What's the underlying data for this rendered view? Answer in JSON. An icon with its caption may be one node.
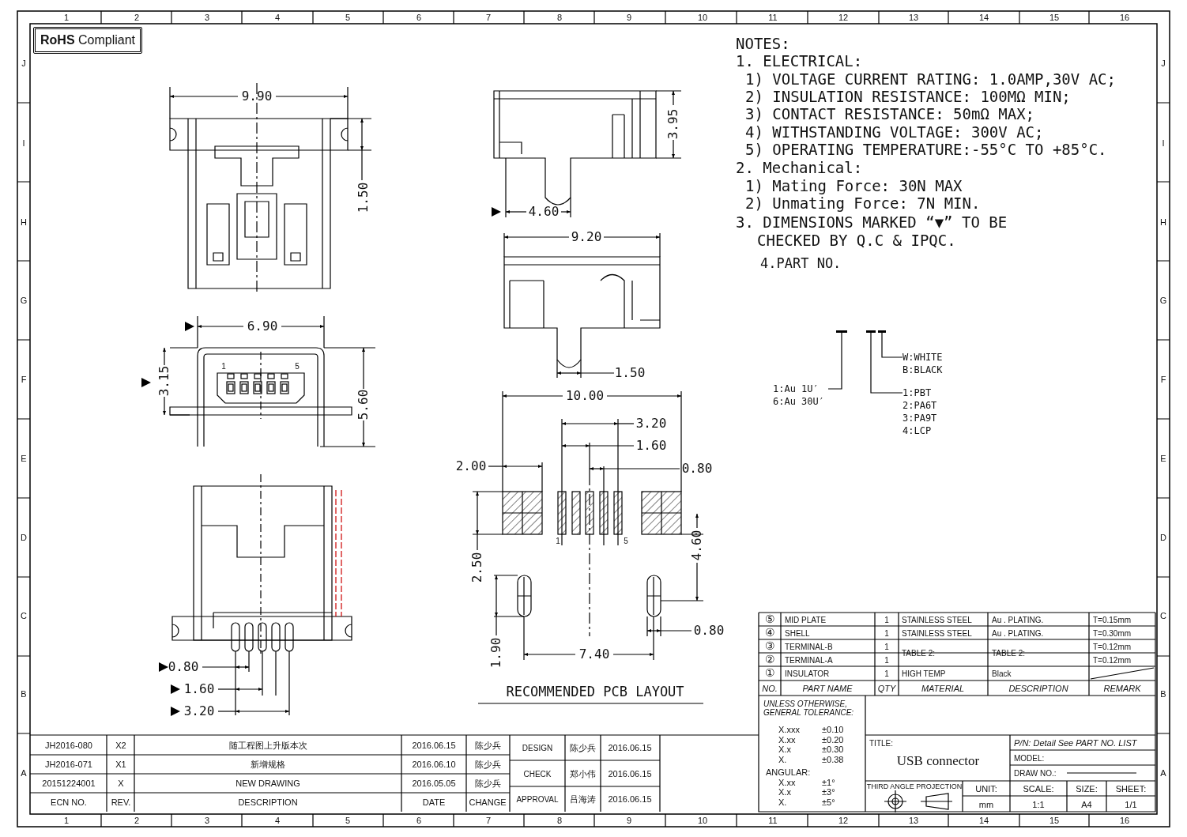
{
  "diagram": {
    "nodes": [
      {
        "text": [],
        "shape": "bar"
      },
      {
        "text": [],
        "shape": "bar"
      },
      {
        "text": [],
        "shape": "bar"
      },
      {
        "text": [
          "W:WHITE B:BLACK"
        ]
      },
      {
        "text": [
          "1:Au 1U′ 6:Au 30U′"
        ]
      },
      {
        "text": [
          "1:PBT 2:PA6T 3:PA9T 4:LCP"
        ]
      }
    ],
    "edges": [
      {
        "from": 4,
        "to": 0,
        "arrow": "none"
      },
      {
        "from": 5,
        "to": 1,
        "arrow": "none"
      },
      {
        "from": 3,
        "to": 2,
        "arrow": "none"
      }
    ],
    "labels": [
      "**RoHS** Compliant",
      "1",
      "2",
      "3",
      "4",
      "5",
      "6",
      "7",
      "8",
      "9",
      "10",
      "11",
      "12",
      "13",
      "14",
      "15",
      "16",
      "J",
      "I",
      "H",
      "G",
      "F",
      "E",
      "D",
      "C",
      "B",
      "A",
      "J",
      "I",
      "H",
      "G",
      "F",
      "E",
      "D",
      "C",
      "B",
      "A",
      "1",
      "2",
      "3",
      "4",
      "5",
      "6",
      "7",
      "8",
      "9",
      "10",
      "11",
      "12",
      "13",
      "14",
      "15",
      "16",
      "NOTES:",
      "1. ELECTRICAL:",
      "1) VOLTAGE CURRENT RATING: 1.0AMP,30V AC;",
      "2) INSULATION RESISTANCE: 100MΩ MIN;",
      "3) CONTACT RESISTANCE: 50mΩ MAX;",
      "4) WITHSTANDING VOLTAGE: 300V AC;",
      "5) OPERATING TEMPERATURE:-55°C TO +85°C.",
      "2. Mechanical:",
      "1) Mating Force: 30N MAX",
      "2) Unmating Force: 7N MIN.",
      "3. DIMENSIONS MARKED “▼” TO BE CHECKED BY Q.C & IPQC.",
      "4.PART NO.",
      "9.90",
      "1.50",
      "6.90",
      "3.15",
      "5.60",
      "1",
      "5",
      "0.80",
      "1.60",
      "3.20",
      "3.95",
      "4.60",
      "9.20",
      "1.50",
      "10.00",
      "3.20",
      "1.60",
      "2.00",
      "0.80",
      "1",
      "5",
      "2.50",
      "4.60",
      "0.80",
      "1.90",
      "7.40",
      "RECOMMENDED PCB LAYOUT",
      "⑤",
      "MID PLATE",
      "1",
      "STAINLESS STEEL",
      "Au . PLATING.",
      "T=0.15mm",
      "④",
      "SHELL",
      "1",
      "STAINLESS STEEL",
      "Au . PLATING.",
      "T=0.30mm",
      "③",
      "TERMINAL-B",
      "1",
      "TABLE 2:",
      "TABLE 2:",
      "T=0.12mm",
      "②",
      "TERMINAL-A",
      "1",
      "T=0.12mm",
      "①",
      "INSULATOR",
      "1",
      "HIGH TEMP",
      "Black",
      "NO.",
      "PART NAME",
      "QTY",
      "MATERIAL",
      "DESCRIPTION",
      "REMARK",
      "UNLESS OTHERWISE, GENERAL TOLERANCE:",
      "X.xxx",
      "±0.10",
      "X.xx",
      "±0.20",
      "X.x",
      "±0.30",
      "X.",
      "±0.38",
      "ANGULAR:",
      "X.xx",
      "±1°",
      "X.x",
      "±3°",
      "X.",
      "±5°",
      "TITLE:",
      "USB connector",
      "P/N: Detail See PART NO. LIST",
      "MODEL:",
      "DRAW NO.:",
      "THIRD ANGLE PROJECTION",
      "UNIT:",
      "mm",
      "SCALE:",
      "1:1",
      "SIZE:",
      "A4",
      "SHEET:",
      "1/1",
      "JH2016-080",
      "X2",
      "随工程图上升版本次",
      "2016.06.15",
      "陈少兵",
      "DESIGN",
      "陈少兵",
      "2016.06.15",
      "JH2016-071",
      "X1",
      "新增规格",
      "2016.06.10",
      "陈少兵",
      "CHECK",
      "郑小伟",
      "2016.06.15",
      "20151224001",
      "X",
      "NEW DRAWING",
      "2016.05.05",
      "陈少兵",
      "APPROVAL",
      "吕海涛",
      "2016.06.15",
      "ECN NO.",
      "REV.",
      "DESCRIPTION",
      "DATE",
      "CHANGE"
    ]
  }
}
